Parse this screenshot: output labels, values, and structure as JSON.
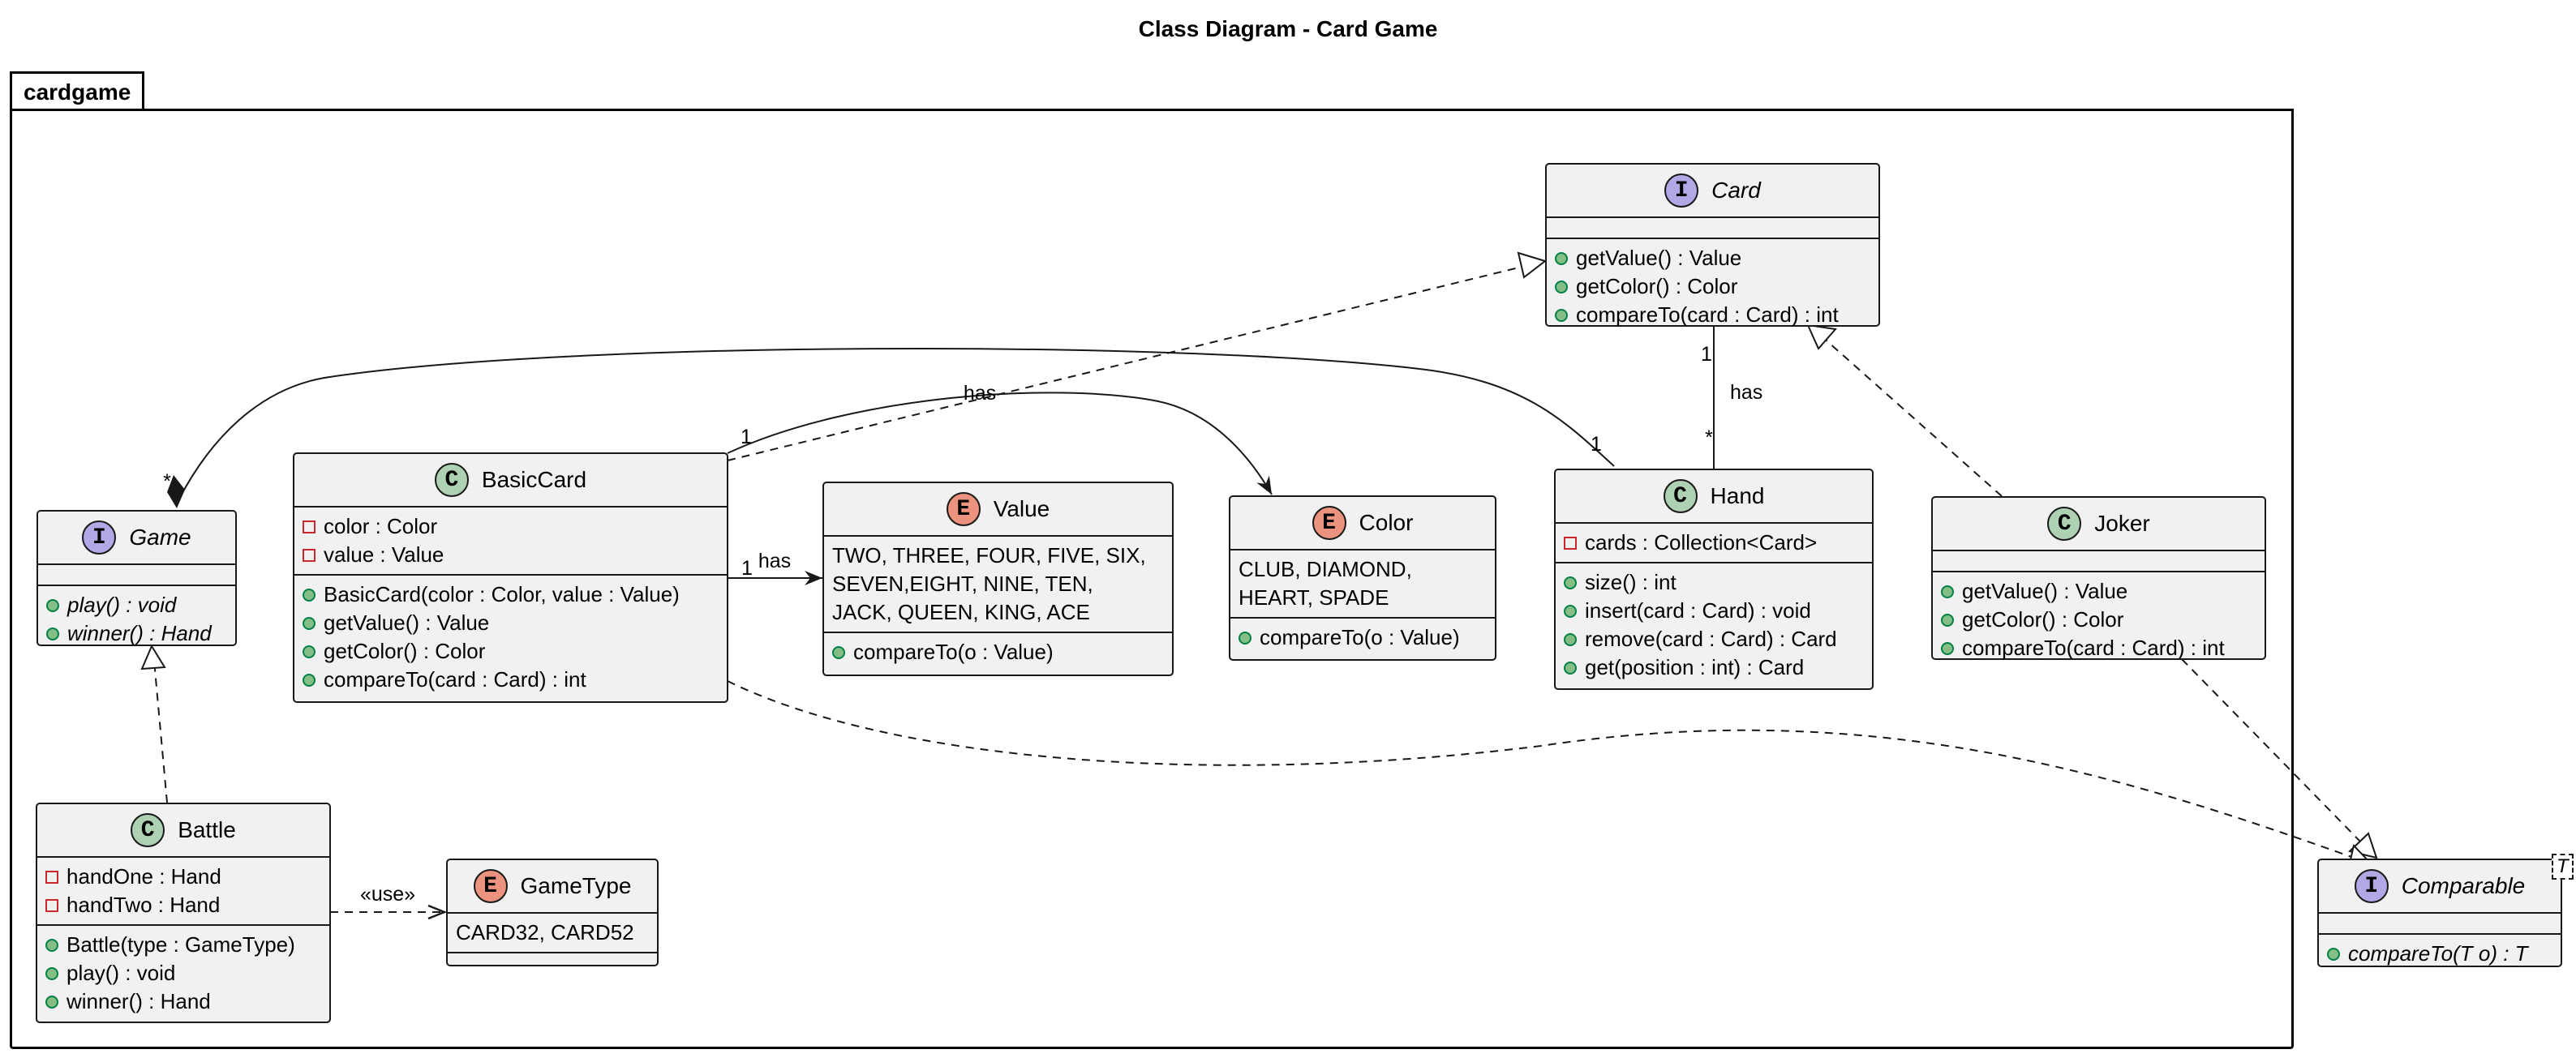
{
  "title": "Class Diagram - Card Game",
  "package": {
    "name": "cardgame"
  },
  "colors": {
    "class_bg": "#F1F1F1",
    "border": "#181818",
    "class_stereo": "#ADD1B2",
    "interface_stereo": "#B4A7E5",
    "enum_stereo": "#EB937F",
    "public": "#84BE84",
    "private": "#C82930"
  },
  "classes": {
    "card": {
      "stereo": "I",
      "name": "Card",
      "fields": [],
      "methods": [
        "getValue() : Value",
        "getColor() : Color",
        "compareTo(card : Card) : int"
      ]
    },
    "game": {
      "stereo": "I",
      "name": "Game",
      "fields": [],
      "methods": [
        "play() : void",
        "winner() : Hand"
      ]
    },
    "basiccard": {
      "stereo": "C",
      "name": "BasicCard",
      "fields": [
        "color : Color",
        "value : Value"
      ],
      "methods": [
        "BasicCard(color : Color, value : Value)",
        "getValue() : Value",
        "getColor() : Color",
        "compareTo(card : Card) : int"
      ]
    },
    "value": {
      "stereo": "E",
      "name": "Value",
      "constants": [
        "TWO, THREE, FOUR, FIVE, SIX,",
        "SEVEN,EIGHT, NINE, TEN,",
        "JACK, QUEEN, KING, ACE"
      ],
      "methods": [
        "compareTo(o : Value)"
      ]
    },
    "color": {
      "stereo": "E",
      "name": "Color",
      "constants": [
        "CLUB, DIAMOND,",
        "HEART, SPADE"
      ],
      "methods": [
        "compareTo(o : Value)"
      ]
    },
    "hand": {
      "stereo": "C",
      "name": "Hand",
      "fields": [
        "cards : Collection<Card>"
      ],
      "methods": [
        "size() : int",
        "insert(card : Card) : void",
        "remove(card : Card) : Card",
        "get(position : int) : Card"
      ]
    },
    "joker": {
      "stereo": "C",
      "name": "Joker",
      "fields": [],
      "methods": [
        "getValue() : Value",
        "getColor() : Color",
        "compareTo(card : Card) : int"
      ]
    },
    "battle": {
      "stereo": "C",
      "name": "Battle",
      "fields": [
        "handOne : Hand",
        "handTwo : Hand"
      ],
      "methods": [
        "Battle(type : GameType)",
        "play() : void",
        "winner() : Hand"
      ]
    },
    "gametype": {
      "stereo": "E",
      "name": "GameType",
      "constants": [
        "CARD32, CARD52"
      ],
      "methods": []
    },
    "comparable": {
      "stereo": "I",
      "name": "Comparable",
      "generic": "T",
      "fields": [],
      "methods": [
        "compareTo(T o) : T"
      ]
    }
  },
  "edge_labels": {
    "basiccard_color_has": "has",
    "basiccard_color_mult": "1",
    "basiccard_value_has": "has",
    "basiccard_value_mult": "1",
    "hand_card_has": "has",
    "hand_card_mult_card": "1",
    "hand_card_mult_hand": "*",
    "game_hand_mult_game": "*",
    "game_hand_mult_hand": "1",
    "battle_gametype_use": "«use»"
  }
}
